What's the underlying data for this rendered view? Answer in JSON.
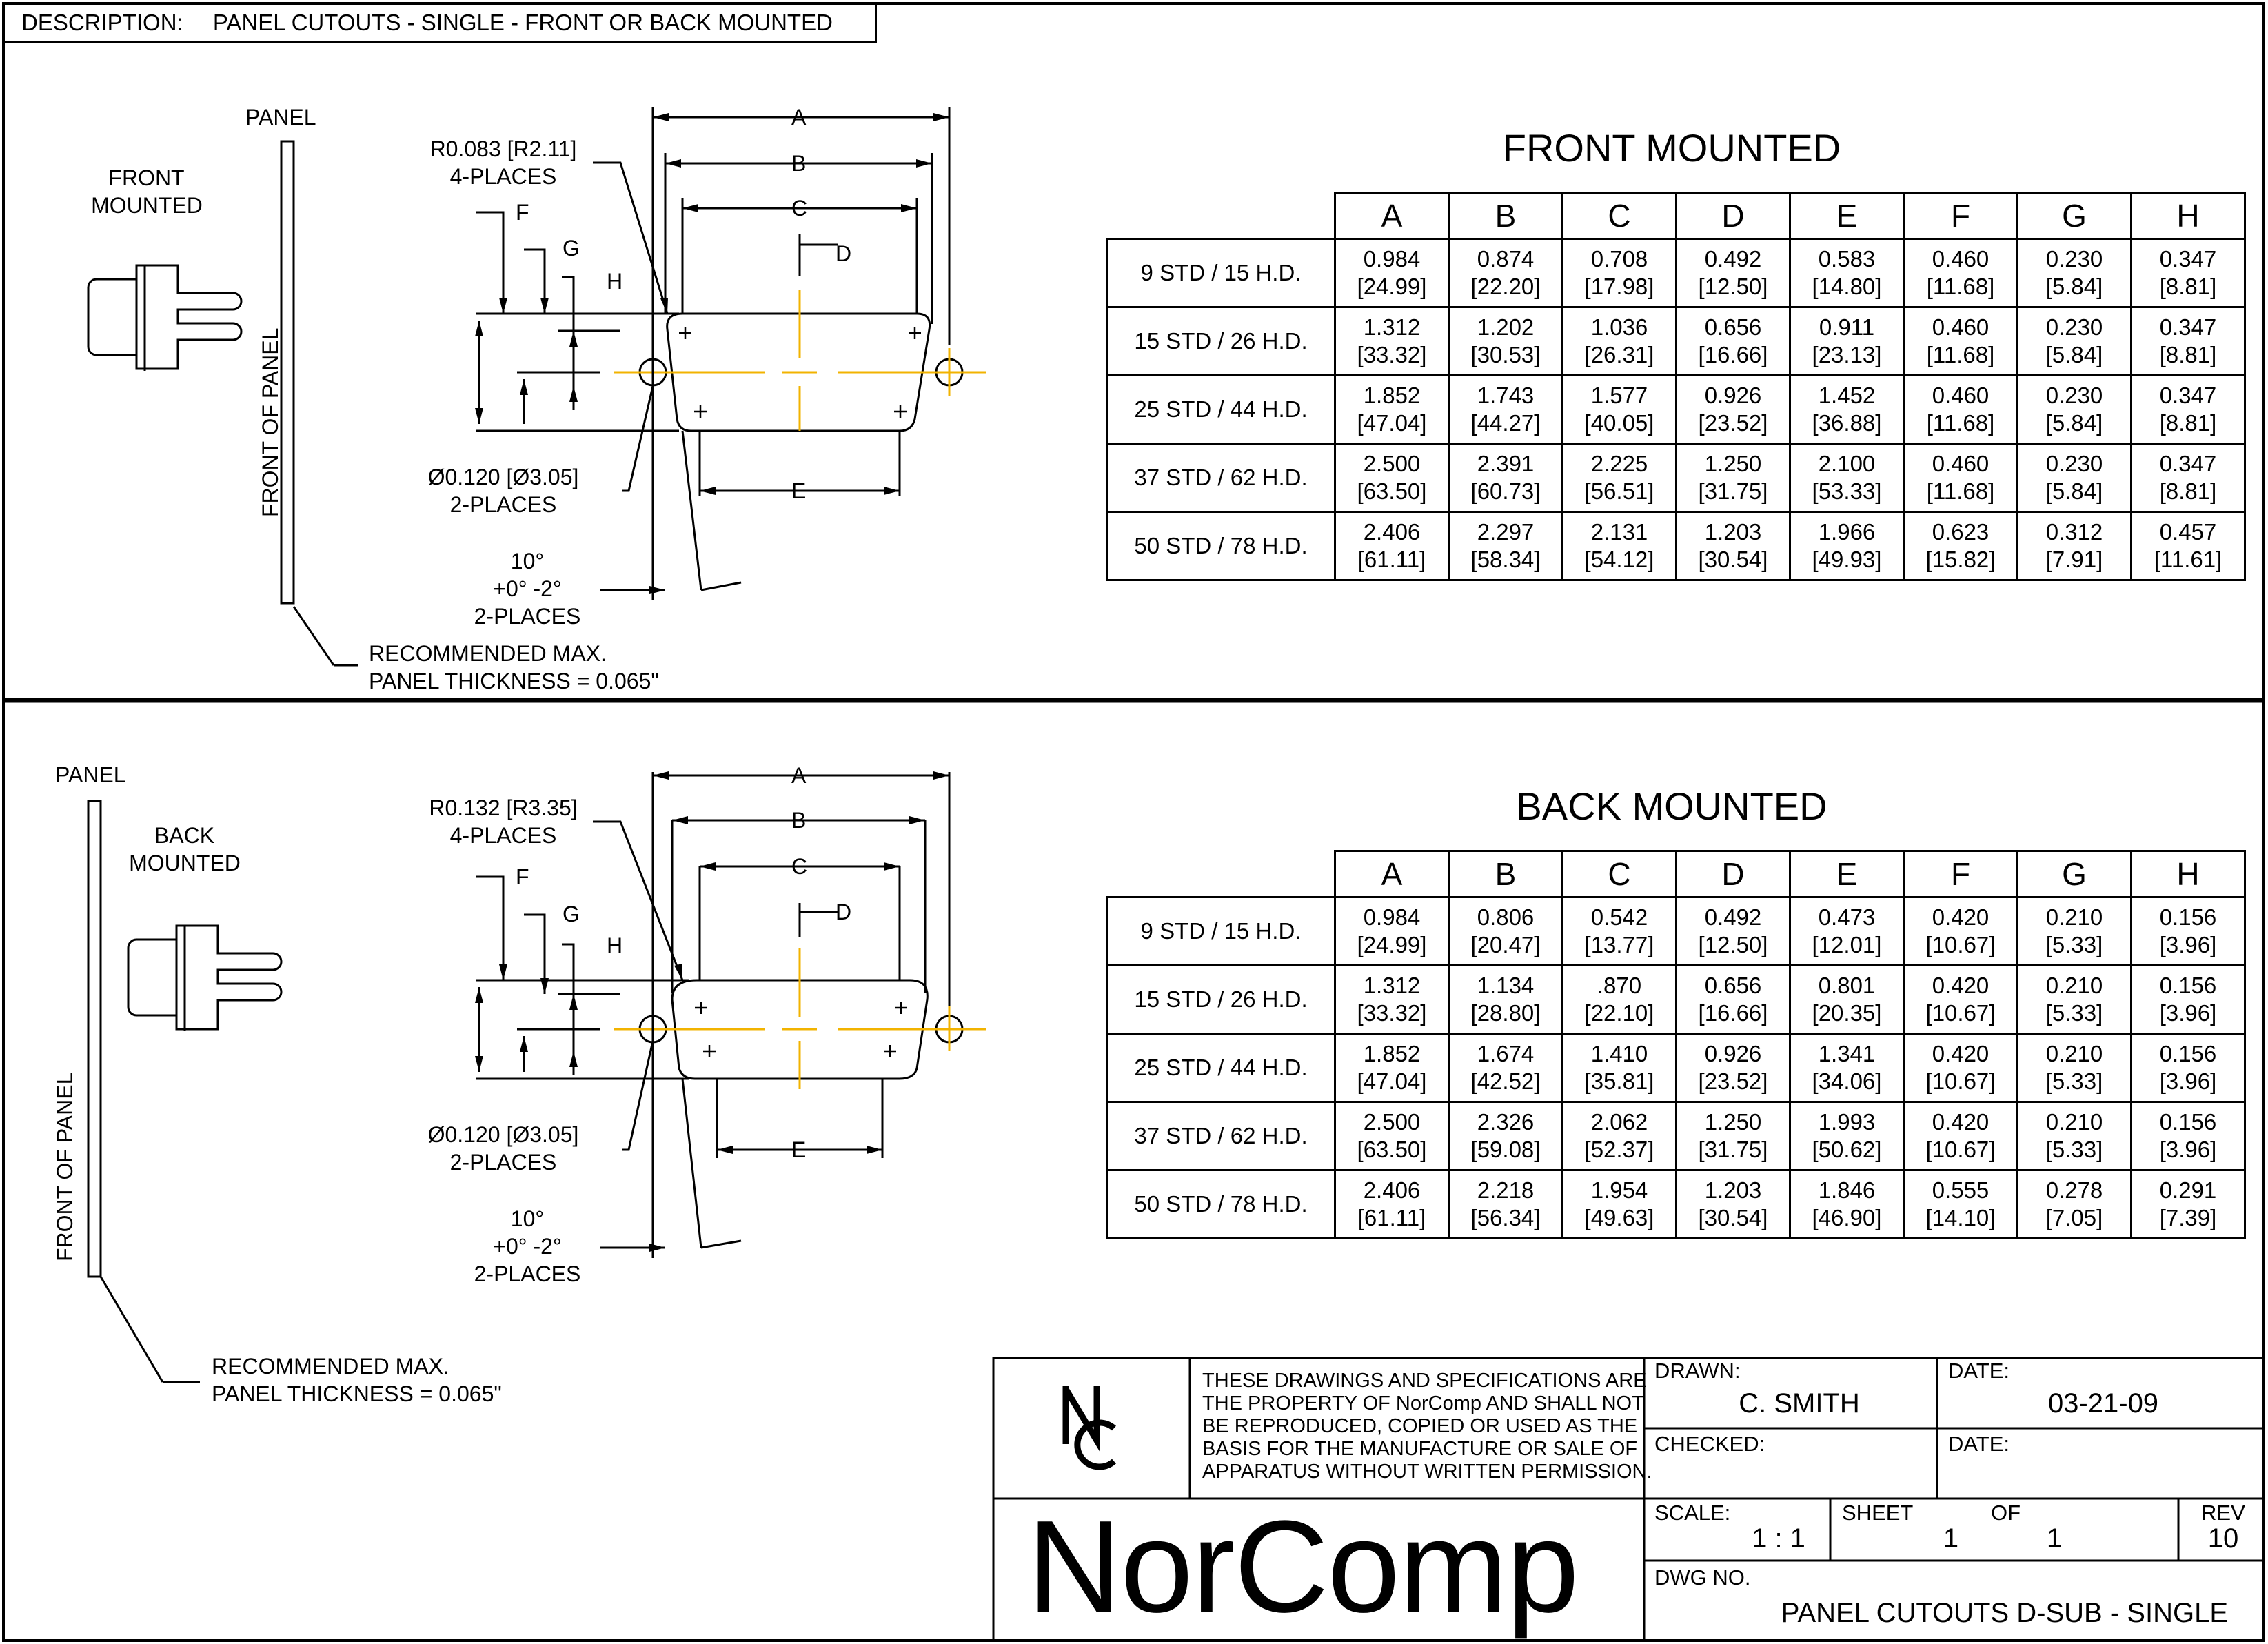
{
  "description": {
    "label": "DESCRIPTION:",
    "text": "PANEL CUTOUTS - SINGLE - FRONT OR BACK MOUNTED"
  },
  "columns": [
    "A",
    "B",
    "C",
    "D",
    "E",
    "F",
    "G",
    "H"
  ],
  "front": {
    "title": "FRONT MOUNTED",
    "panel_label": "PANEL",
    "mount_label": [
      "FRONT",
      "MOUNTED"
    ],
    "front_of_panel": "FRONT OF PANEL",
    "radius_note": [
      "R0.083 [R2.11]",
      "4-PLACES"
    ],
    "hole_note": [
      "Ø0.120 [Ø3.05]",
      "2-PLACES"
    ],
    "angle_note": [
      "10°",
      "+0°  -2°",
      "2-PLACES"
    ],
    "thickness_note": [
      "RECOMMENDED MAX.",
      "PANEL THICKNESS = 0.065\""
    ],
    "rows": [
      {
        "label": "9 STD / 15 H.D.",
        "cells": [
          [
            "0.984",
            "[24.99]"
          ],
          [
            "0.874",
            "[22.20]"
          ],
          [
            "0.708",
            "[17.98]"
          ],
          [
            "0.492",
            "[12.50]"
          ],
          [
            "0.583",
            "[14.80]"
          ],
          [
            "0.460",
            "[11.68]"
          ],
          [
            "0.230",
            "[5.84]"
          ],
          [
            "0.347",
            "[8.81]"
          ]
        ]
      },
      {
        "label": "15 STD / 26 H.D.",
        "cells": [
          [
            "1.312",
            "[33.32]"
          ],
          [
            "1.202",
            "[30.53]"
          ],
          [
            "1.036",
            "[26.31]"
          ],
          [
            "0.656",
            "[16.66]"
          ],
          [
            "0.911",
            "[23.13]"
          ],
          [
            "0.460",
            "[11.68]"
          ],
          [
            "0.230",
            "[5.84]"
          ],
          [
            "0.347",
            "[8.81]"
          ]
        ]
      },
      {
        "label": "25 STD / 44 H.D.",
        "cells": [
          [
            "1.852",
            "[47.04]"
          ],
          [
            "1.743",
            "[44.27]"
          ],
          [
            "1.577",
            "[40.05]"
          ],
          [
            "0.926",
            "[23.52]"
          ],
          [
            "1.452",
            "[36.88]"
          ],
          [
            "0.460",
            "[11.68]"
          ],
          [
            "0.230",
            "[5.84]"
          ],
          [
            "0.347",
            "[8.81]"
          ]
        ]
      },
      {
        "label": "37 STD / 62 H.D.",
        "cells": [
          [
            "2.500",
            "[63.50]"
          ],
          [
            "2.391",
            "[60.73]"
          ],
          [
            "2.225",
            "[56.51]"
          ],
          [
            "1.250",
            "[31.75]"
          ],
          [
            "2.100",
            "[53.33]"
          ],
          [
            "0.460",
            "[11.68]"
          ],
          [
            "0.230",
            "[5.84]"
          ],
          [
            "0.347",
            "[8.81]"
          ]
        ]
      },
      {
        "label": "50 STD / 78 H.D.",
        "cells": [
          [
            "2.406",
            "[61.11]"
          ],
          [
            "2.297",
            "[58.34]"
          ],
          [
            "2.131",
            "[54.12]"
          ],
          [
            "1.203",
            "[30.54]"
          ],
          [
            "1.966",
            "[49.93]"
          ],
          [
            "0.623",
            "[15.82]"
          ],
          [
            "0.312",
            "[7.91]"
          ],
          [
            "0.457",
            "[11.61]"
          ]
        ]
      }
    ]
  },
  "back": {
    "title": "BACK MOUNTED",
    "panel_label": "PANEL",
    "mount_label": [
      "BACK",
      "MOUNTED"
    ],
    "front_of_panel": "FRONT OF PANEL",
    "radius_note": [
      "R0.132 [R3.35]",
      "4-PLACES"
    ],
    "hole_note": [
      "Ø0.120 [Ø3.05]",
      "2-PLACES"
    ],
    "angle_note": [
      "10°",
      "+0°  -2°",
      "2-PLACES"
    ],
    "thickness_note": [
      "RECOMMENDED MAX.",
      "PANEL THICKNESS = 0.065\""
    ],
    "rows": [
      {
        "label": "9 STD / 15 H.D.",
        "cells": [
          [
            "0.984",
            "[24.99]"
          ],
          [
            "0.806",
            "[20.47]"
          ],
          [
            "0.542",
            "[13.77]"
          ],
          [
            "0.492",
            "[12.50]"
          ],
          [
            "0.473",
            "[12.01]"
          ],
          [
            "0.420",
            "[10.67]"
          ],
          [
            "0.210",
            "[5.33]"
          ],
          [
            "0.156",
            "[3.96]"
          ]
        ]
      },
      {
        "label": "15 STD / 26 H.D.",
        "cells": [
          [
            "1.312",
            "[33.32]"
          ],
          [
            "1.134",
            "[28.80]"
          ],
          [
            ".870",
            "[22.10]"
          ],
          [
            "0.656",
            "[16.66]"
          ],
          [
            "0.801",
            "[20.35]"
          ],
          [
            "0.420",
            "[10.67]"
          ],
          [
            "0.210",
            "[5.33]"
          ],
          [
            "0.156",
            "[3.96]"
          ]
        ]
      },
      {
        "label": "25 STD / 44 H.D.",
        "cells": [
          [
            "1.852",
            "[47.04]"
          ],
          [
            "1.674",
            "[42.52]"
          ],
          [
            "1.410",
            "[35.81]"
          ],
          [
            "0.926",
            "[23.52]"
          ],
          [
            "1.341",
            "[34.06]"
          ],
          [
            "0.420",
            "[10.67]"
          ],
          [
            "0.210",
            "[5.33]"
          ],
          [
            "0.156",
            "[3.96]"
          ]
        ]
      },
      {
        "label": "37 STD / 62 H.D.",
        "cells": [
          [
            "2.500",
            "[63.50]"
          ],
          [
            "2.326",
            "[59.08]"
          ],
          [
            "2.062",
            "[52.37]"
          ],
          [
            "1.250",
            "[31.75]"
          ],
          [
            "1.993",
            "[50.62]"
          ],
          [
            "0.420",
            "[10.67]"
          ],
          [
            "0.210",
            "[5.33]"
          ],
          [
            "0.156",
            "[3.96]"
          ]
        ]
      },
      {
        "label": "50 STD / 78 H.D.",
        "cells": [
          [
            "2.406",
            "[61.11]"
          ],
          [
            "2.218",
            "[56.34]"
          ],
          [
            "1.954",
            "[49.63]"
          ],
          [
            "1.203",
            "[30.54]"
          ],
          [
            "1.846",
            "[46.90]"
          ],
          [
            "0.555",
            "[14.10]"
          ],
          [
            "0.278",
            "[7.05]"
          ],
          [
            "0.291",
            "[7.39]"
          ]
        ]
      }
    ]
  },
  "dims": {
    "A": "A",
    "B": "B",
    "C": "C",
    "D": "D",
    "E": "E",
    "F": "F",
    "G": "G",
    "H": "H"
  },
  "title_block": {
    "logo_mark": "NC",
    "company": "NorComp",
    "legal": [
      "THESE DRAWINGS AND SPECIFICATIONS ARE",
      "THE PROPERTY OF NorComp AND SHALL NOT",
      "BE REPRODUCED, COPIED OR USED AS THE",
      "BASIS FOR THE MANUFACTURE OR SALE OF",
      "APPARATUS WITHOUT WRITTEN PERMISSION."
    ],
    "drawn_label": "DRAWN:",
    "drawn_value": "C. SMITH",
    "date_label": "DATE:",
    "date_value": "03-21-09",
    "checked_label": "CHECKED:",
    "checked_date_label": "DATE:",
    "scale_label": "SCALE:",
    "scale_value": "1 : 1",
    "sheet_label": "SHEET",
    "sheet_value": "1",
    "of_label": "OF",
    "of_value": "1",
    "rev_label": "REV",
    "rev_value": "10",
    "dwg_label": "DWG  NO.",
    "dwg_value": "PANEL CUTOUTS D-SUB - SINGLE"
  },
  "colors": {
    "line": "#000000",
    "centerline": "#f2b300",
    "background": "#ffffff"
  }
}
